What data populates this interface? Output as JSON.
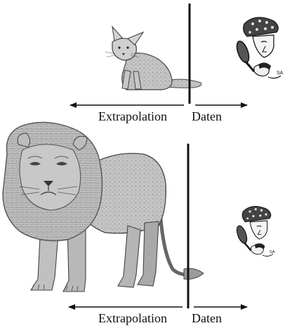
{
  "panels": [
    {
      "left_label": "Extrapolation",
      "right_label": "Daten"
    },
    {
      "left_label": "Extrapolation",
      "right_label": "Daten"
    }
  ],
  "colors": {
    "ink": "#111111",
    "fur_light": "#c9c9c9",
    "fur_mid": "#a6a6a6",
    "fur_dark": "#7a7a7a",
    "mane": "#b4b4b4"
  },
  "icons": [
    "detective-with-magnifying-glass",
    "fox",
    "lion"
  ]
}
